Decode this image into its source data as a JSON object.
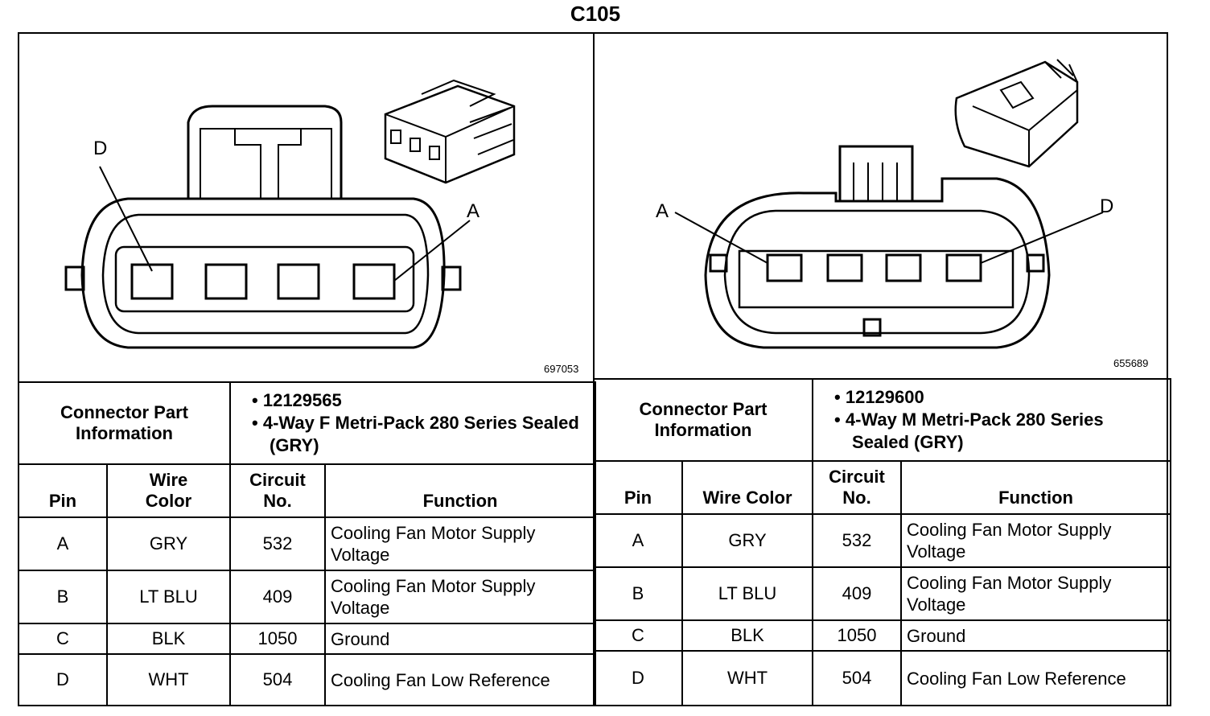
{
  "title": "C105",
  "left": {
    "figure_number": "697053",
    "pin_labels": {
      "first": "D",
      "last": "A"
    },
    "part_info_label": "Connector Part Information",
    "part_info": [
      "12129565",
      "4-Way F Metri-Pack 280 Series Sealed (GRY)"
    ],
    "headers": {
      "pin": "Pin",
      "wire_color": "Wire Color",
      "circuit": "Circuit No.",
      "function": "Function"
    },
    "rows": [
      {
        "pin": "A",
        "wire": "GRY",
        "circuit": "532",
        "function": "Cooling Fan Motor Supply Voltage"
      },
      {
        "pin": "B",
        "wire": "LT BLU",
        "circuit": "409",
        "function": "Cooling Fan Motor Supply Voltage"
      },
      {
        "pin": "C",
        "wire": "BLK",
        "circuit": "1050",
        "function": "Ground"
      },
      {
        "pin": "D",
        "wire": "WHT",
        "circuit": "504",
        "function": "Cooling Fan Low Reference"
      }
    ]
  },
  "right": {
    "figure_number": "655689",
    "pin_labels": {
      "first": "A",
      "last": "D"
    },
    "part_info_label": "Connector Part Information",
    "part_info": [
      "12129600",
      "4-Way M Metri-Pack 280 Series Sealed (GRY)"
    ],
    "headers": {
      "pin": "Pin",
      "wire_color": "Wire Color",
      "circuit": "Circuit No.",
      "function": "Function"
    },
    "rows": [
      {
        "pin": "A",
        "wire": "GRY",
        "circuit": "532",
        "function": "Cooling Fan Motor Supply Voltage"
      },
      {
        "pin": "B",
        "wire": "LT BLU",
        "circuit": "409",
        "function": "Cooling Fan Motor Supply Voltage"
      },
      {
        "pin": "C",
        "wire": "BLK",
        "circuit": "1050",
        "function": "Ground"
      },
      {
        "pin": "D",
        "wire": "WHT",
        "circuit": "504",
        "function": "Cooling Fan Low Reference"
      }
    ]
  }
}
